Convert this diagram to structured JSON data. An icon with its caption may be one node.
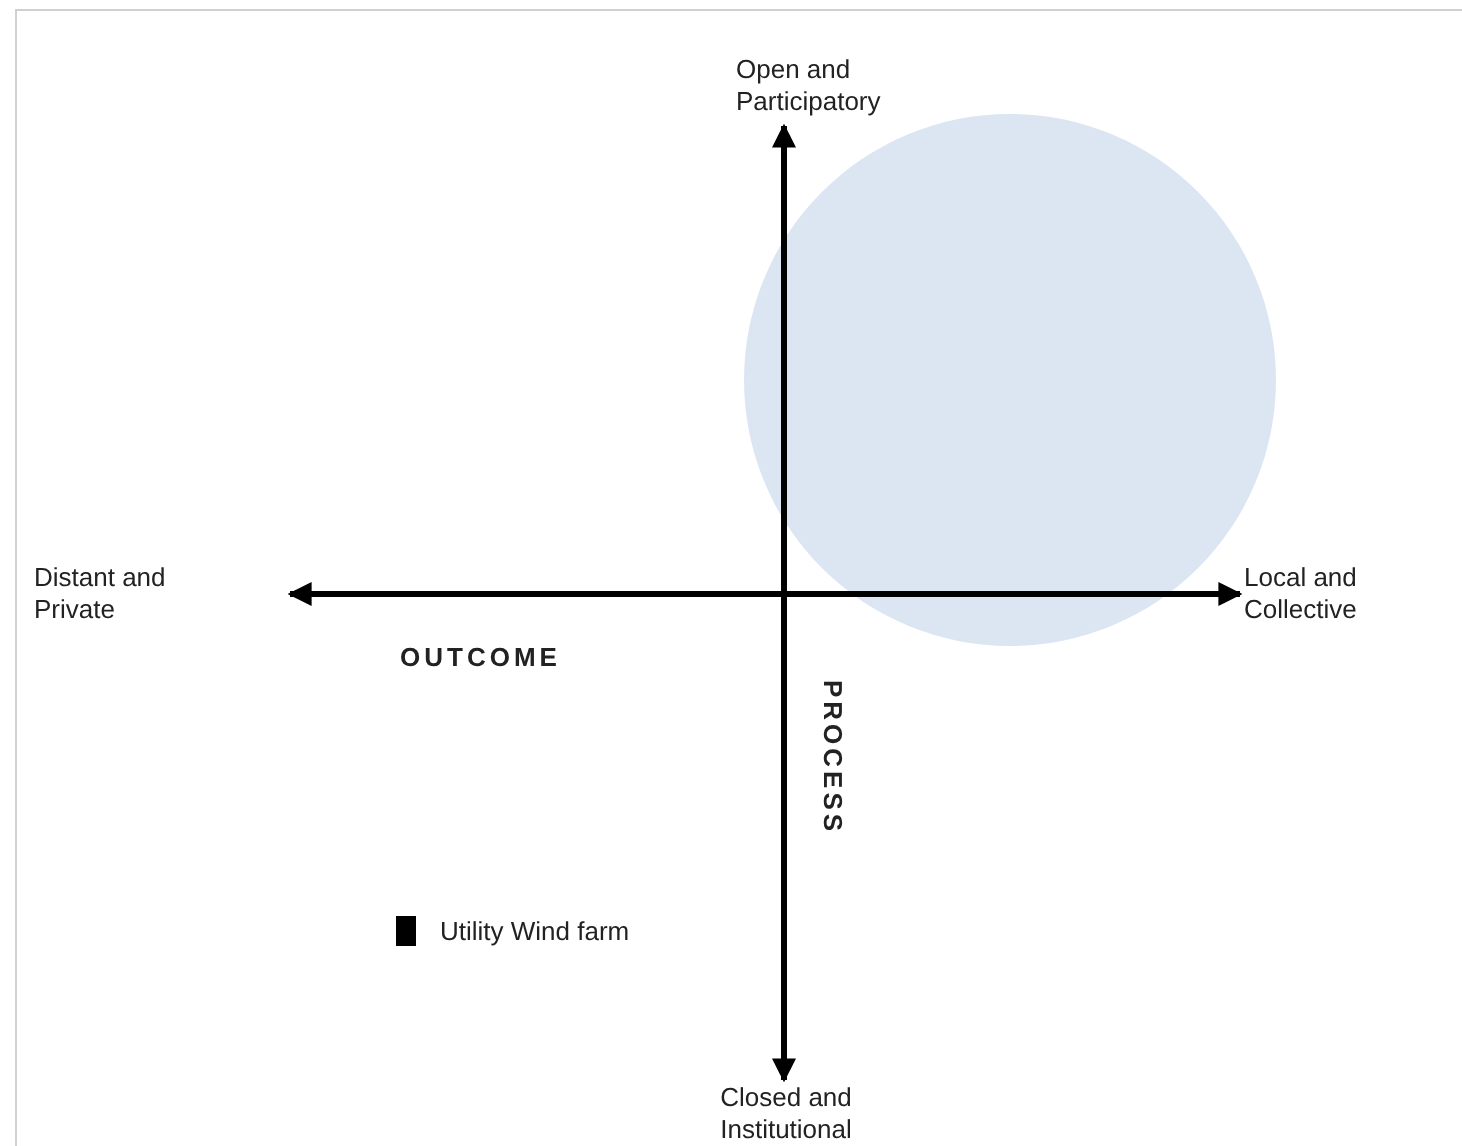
{
  "diagram": {
    "nodes": [
      {
        "text": [],
        "shape": "circle"
      }
    ],
    "labels": [
      "Open and Participatory",
      "Distant and Private",
      "Local and Collective",
      "OUTCOME",
      "PROCESS",
      "Closed and Institutional"
    ],
    "legend": [
      {
        "text": "Utility Wind farm",
        "color": "#000000"
      }
    ]
  }
}
